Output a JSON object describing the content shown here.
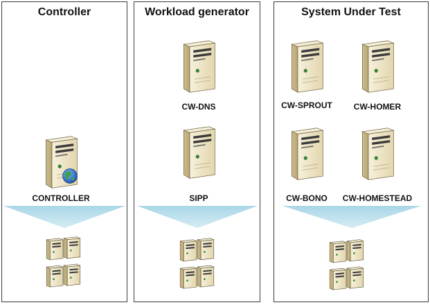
{
  "panels": [
    {
      "title": "Controller",
      "nodes": [
        {
          "label": "CONTROLLER",
          "icon": "server-globe-icon"
        }
      ],
      "cluster_icon": "server-cluster-icon"
    },
    {
      "title": "Workload generator",
      "nodes": [
        {
          "label": "CW-DNS",
          "icon": "server-icon"
        },
        {
          "label": "SIPP",
          "icon": "server-icon"
        }
      ],
      "cluster_icon": "server-cluster-icon"
    },
    {
      "title": "System Under Test",
      "nodes": [
        {
          "label": "CW-SPROUT",
          "icon": "server-icon"
        },
        {
          "label": "CW-HOMER",
          "icon": "server-icon"
        },
        {
          "label": "CW-BONO",
          "icon": "server-icon"
        },
        {
          "label": "CW-HOMESTEAD",
          "icon": "server-icon"
        }
      ],
      "cluster_icon": "server-cluster-icon"
    }
  ],
  "colors": {
    "panel_border": "#3a3a3a",
    "funnel": "#b8dce8",
    "server_body": "#efe6c8",
    "server_side": "#d7c9a0",
    "globe": "#2a6fd1"
  }
}
